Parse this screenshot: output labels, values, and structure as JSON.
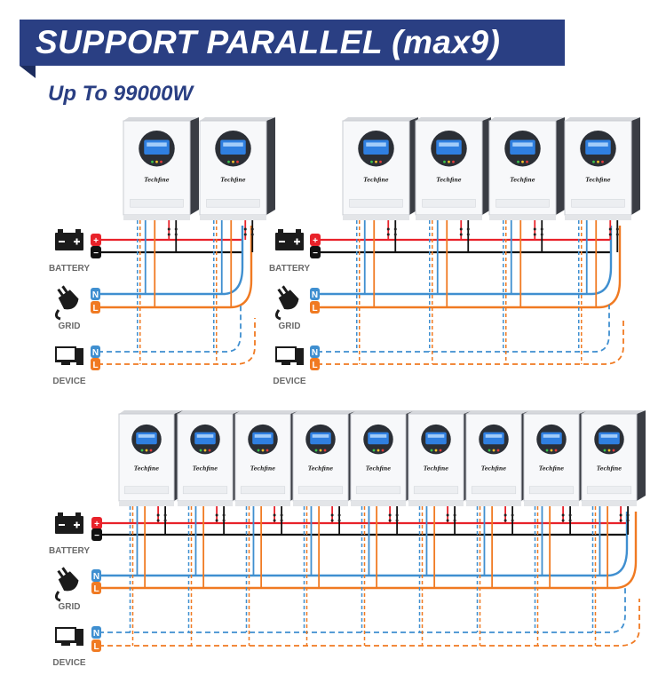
{
  "header": {
    "title": "SUPPORT PARALLEL (max9)",
    "subtitle": "Up To 99000W"
  },
  "legend": {
    "battery": "BATTERY",
    "grid": "GRID",
    "device": "DEVICE",
    "neutral": "N",
    "live": "L",
    "plus": "+",
    "minus": "−"
  },
  "inverter": {
    "brand": "Techfine"
  },
  "configurations": [
    {
      "name": "parallel-2",
      "units": 2
    },
    {
      "name": "parallel-4",
      "units": 4
    },
    {
      "name": "parallel-9",
      "units": 9
    }
  ],
  "colors": {
    "banner": "#2a3f83",
    "battery_positive": "#e8222a",
    "battery_negative": "#111111",
    "grid_neutral": "#3f8fd0",
    "grid_live": "#f07a22"
  }
}
